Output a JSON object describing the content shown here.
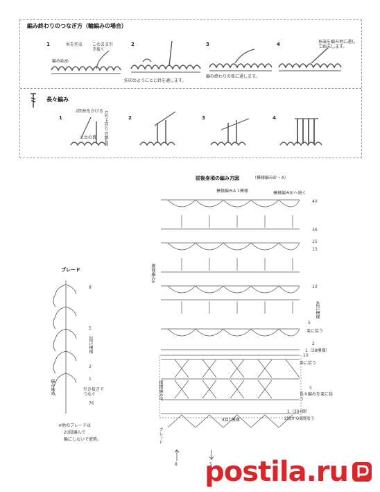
{
  "tip_panel": {
    "finish_title": "編み終わりのつなぎ方（輪編みの場合）",
    "steps_join": [
      {
        "num": "1",
        "notes": [
          "糸を切る",
          "このまま引き抜く",
          "編み始め"
        ]
      },
      {
        "num": "2",
        "notes": [
          "矢印のようにとじ針を通します。"
        ]
      },
      {
        "num": "3",
        "notes": [
          "編み終わりの目に通します。"
        ]
      },
      {
        "num": "4",
        "notes": [
          "糸端を編み地に通して始末します。"
        ]
      }
    ],
    "long_title": "長々編み",
    "steps_long": [
      {
        "num": "1",
        "notes": [
          "2回糸をかける",
          "土台の目",
          "立ち上がりの鎖4目"
        ]
      },
      {
        "num": "2",
        "notes": []
      },
      {
        "num": "3",
        "notes": []
      },
      {
        "num": "4",
        "notes": []
      }
    ]
  },
  "body_chart": {
    "title": "前後身頃の編み方図",
    "subtitle": "（模様編みB'・A）",
    "pattern_a_repeat": "模様編みA 1模様",
    "to_pattern_b": "模様編みB'へ続く",
    "row_labels": [
      "40",
      "36",
      "15",
      "15",
      "10",
      "5",
      "2",
      "10"
    ],
    "pattern_a_label": "模様編みA",
    "pattern_b_label": "模様編みB'",
    "right_notes": [
      "4段1模様",
      "束に拾う",
      "束に拾う",
      "長々編みを束に拾う",
      "1（38模様）",
      "1（304目）",
      "2段から8目拾う"
    ],
    "rows_b": [
      "5",
      "1"
    ],
    "repeat_bottom": "8目1模様",
    "braid_label": "ブレード",
    "bottom_numbers": [
      "8",
      "5"
    ]
  },
  "braid": {
    "title": "ブレード",
    "labels": [
      "8",
      "5",
      "2",
      "1",
      "76"
    ],
    "side_notes": [
      "2段1模様",
      "引き抜きでつなぐ",
      "編み始め"
    ],
    "footnote": [
      "※他のブレードは",
      "20段編んで",
      "輪にしないで使用。"
    ]
  },
  "watermark": {
    "text": "postila.ru"
  }
}
